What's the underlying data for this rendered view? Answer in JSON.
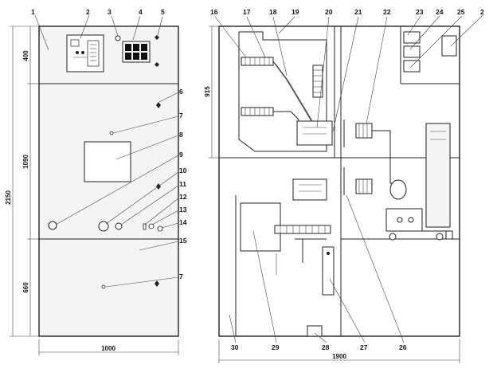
{
  "callouts": {
    "c1": "1",
    "c2": "2",
    "c3": "3",
    "c4": "4",
    "c5": "5",
    "c6": "6",
    "c7a": "7",
    "c7b": "7",
    "c8": "8",
    "c9": "9",
    "c10": "10",
    "c11": "11",
    "c12": "12",
    "c13": "13",
    "c14": "14",
    "c15": "15",
    "c16": "16",
    "c17": "17",
    "c18": "18",
    "c19": "19",
    "c20": "20",
    "c21": "21",
    "c22": "22",
    "c23": "23",
    "c24": "24",
    "c25": "25",
    "c2b": "2",
    "c26": "26",
    "c27": "27",
    "c28": "28",
    "c29": "29",
    "c30": "30"
  },
  "dimensions": {
    "total_height": "2150",
    "top_section": "400",
    "middle_section": "1090",
    "bottom_section": "660",
    "front_width": "1000",
    "compartment_height": "915",
    "side_width": "1900"
  }
}
